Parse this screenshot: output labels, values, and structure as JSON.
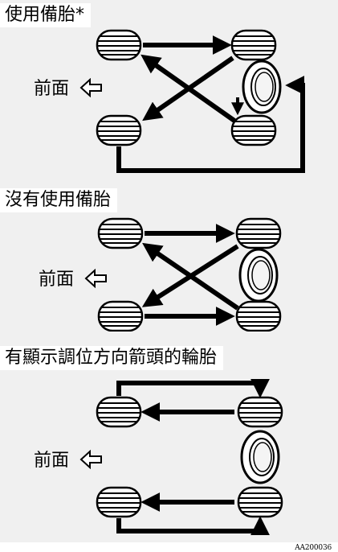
{
  "sections": [
    {
      "title": "使用備胎*",
      "front_label": "前面"
    },
    {
      "title": "沒有使用備胎",
      "front_label": "前面"
    },
    {
      "title": "有顯示調位方向箭頭的輪胎",
      "front_label": "前面"
    }
  ],
  "figure_code": "AA200036",
  "icons": {
    "tire": "tire-icon",
    "spare": "spare-tire-icon",
    "front": "front-arrow-icon"
  },
  "colors": {
    "panel": "#f0f0f0",
    "ink": "#000000",
    "background": "#ffffff"
  }
}
